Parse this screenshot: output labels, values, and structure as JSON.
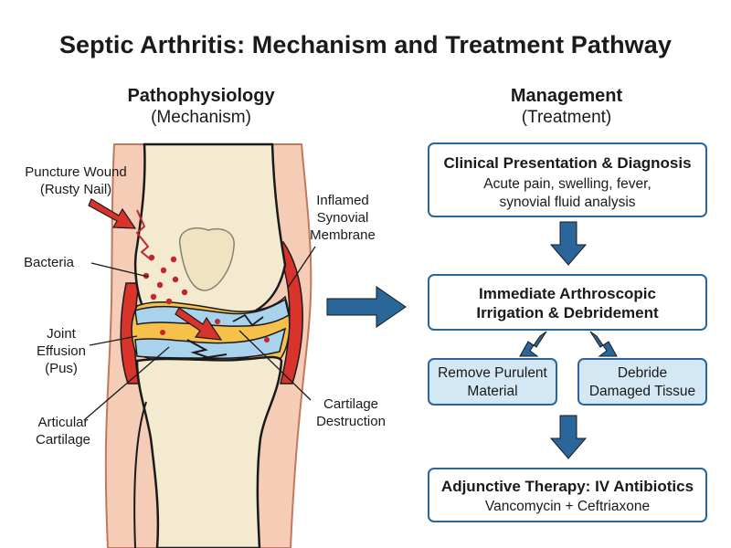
{
  "title": "Septic Arthritis: Mechanism and Treatment Pathway",
  "left": {
    "heading": "Pathophysiology",
    "subheading": "(Mechanism)"
  },
  "right": {
    "heading": "Management",
    "subheading": "(Treatment)"
  },
  "labels": {
    "puncture_1": "Puncture Wound",
    "puncture_2": "(Rusty Nail)",
    "bacteria": "Bacteria",
    "effusion_1": "Joint",
    "effusion_2": "Effusion",
    "effusion_3": "(Pus)",
    "cartilage_1": "Articular",
    "cartilage_2": "Cartilage",
    "synovial_1": "Inflamed",
    "synovial_2": "Synovial",
    "synovial_3": "Membrane",
    "destruction_1": "Cartilage",
    "destruction_2": "Destruction"
  },
  "steps": {
    "diagnosis": {
      "title": "Clinical Presentation & Diagnosis",
      "line1": "Acute pain, swelling, fever,",
      "line2": "synovial fluid analysis"
    },
    "irrigation": {
      "line1": "Immediate Arthroscopic",
      "line2": "Irrigation & Debridement"
    },
    "remove": {
      "line1": "Remove Purulent",
      "line2": "Material"
    },
    "debride": {
      "line1": "Debride",
      "line2": "Damaged Tissue"
    },
    "antibiotics": {
      "title": "Adjunctive Therapy: IV Antibiotics",
      "line1": "Vancomycin + Ceftriaxone"
    }
  },
  "colors": {
    "bone": "#f3ead0",
    "bone_outline": "#1a1a1a",
    "skin": "#f5cdb6",
    "synovium_red": "#d9342b",
    "effusion_yellow": "#f6c14a",
    "cartilage_blue": "#a9d3ec",
    "bacteria_dot": "#c0262c",
    "arrow_red": "#d9342b",
    "flow_blue": "#2a6699"
  }
}
